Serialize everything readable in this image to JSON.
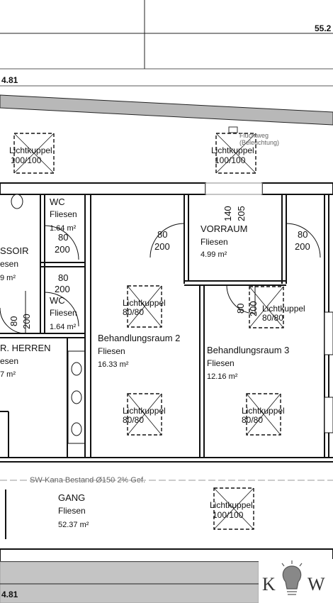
{
  "dims": {
    "top_right": "55.2",
    "top_left": "4.81",
    "bottom_left": "4.81"
  },
  "skylights": {
    "top_left": {
      "label": "Lichtkuppel",
      "size": "100/100"
    },
    "top_center": {
      "label": "Lichtkuppel",
      "size": "100/100"
    },
    "br2_top": {
      "label": "Lichtkuppel",
      "size": "80/80"
    },
    "br2_bottom": {
      "label": "Lichtkuppel",
      "size": "80/80"
    },
    "br3_top": {
      "label": "Lichtkuppel",
      "size": "80/80"
    },
    "br3_bottom": {
      "label": "Lichtkuppel",
      "size": "80/80"
    },
    "gang": {
      "label": "Lichtkuppel",
      "size": "100/100"
    }
  },
  "fluchtweg": {
    "line1": "Fluchtweg",
    "line2": "(Beleuchtung)"
  },
  "rooms": {
    "wc1": {
      "name": "WC",
      "floor": "Fliesen",
      "area": "1.64 m²"
    },
    "wc2": {
      "name": "WC",
      "floor": "Fliesen",
      "area": "1.64 m²"
    },
    "pissoir": {
      "name": "SSOIR",
      "floor": "esen",
      "area": "9 m²"
    },
    "herren": {
      "name": "R. HERREN",
      "floor": "esen",
      "area": "7 m²"
    },
    "vorraum": {
      "name": "VORRAUM",
      "floor": "Fliesen",
      "area": "4.99 m²"
    },
    "br2": {
      "name": "Behandlungsraum 2",
      "floor": "Fliesen",
      "area": "16.33 m²"
    },
    "br3": {
      "name": "Behandlungsraum 3",
      "floor": "Fliesen",
      "area": "12.16 m²"
    },
    "gang": {
      "name": "GANG",
      "floor": "Fliesen",
      "area": "52.37 m²"
    }
  },
  "doors": {
    "wc1": {
      "w": "80",
      "h": "200"
    },
    "wc2": {
      "w": "80",
      "h": "200"
    },
    "left_vert": {
      "w": "80",
      "h": "200"
    },
    "vorraum_left": {
      "w": "80",
      "h": "200"
    },
    "vorraum_right": {
      "w": "80",
      "h": "200"
    },
    "vorraum_top": {
      "w": "140",
      "h": "205"
    },
    "br3": {
      "w": "80",
      "h": "200"
    }
  },
  "sewer": {
    "text": "SW-Kana Bestand Ø150   2% Gef."
  },
  "logo": {
    "left": "K",
    "right": "W"
  }
}
